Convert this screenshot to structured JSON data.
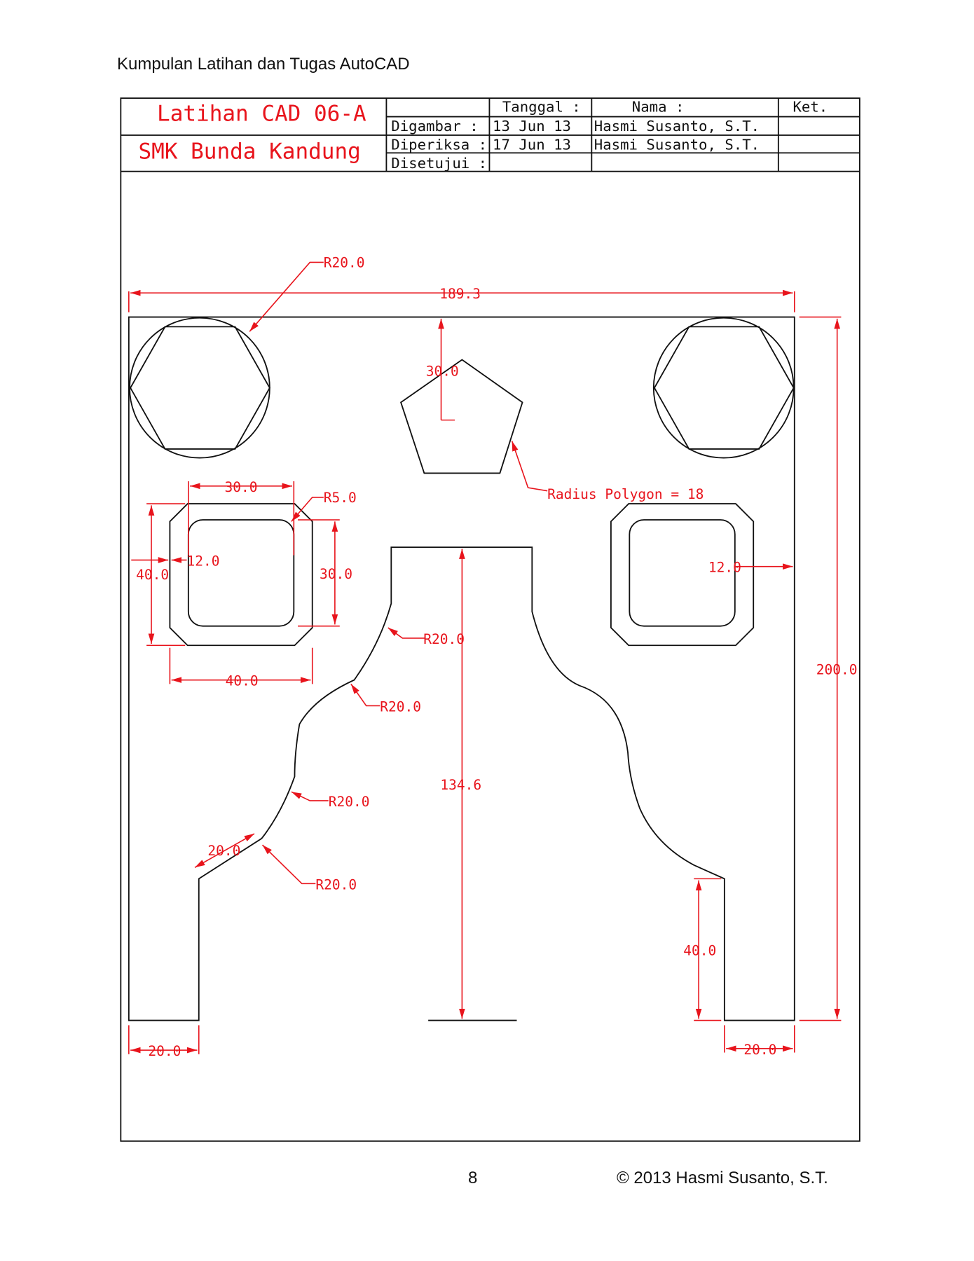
{
  "header": {
    "title": "Kumpulan Latihan dan Tugas AutoCAD"
  },
  "footer": {
    "page_number": "8",
    "copyright": "© 2013 Hasmi Susanto, S.T."
  },
  "title_block": {
    "title": "Latihan CAD 06-A",
    "school": "SMK Bunda Kandung",
    "col_tanggal": "Tanggal :",
    "col_nama": "Nama :",
    "col_ket": "Ket.",
    "rows": [
      {
        "label": "Digambar :",
        "date": "13 Jun 13",
        "name": "Hasmi Susanto, S.T."
      },
      {
        "label": "Diperiksa :",
        "date": "17 Jun 13",
        "name": "Hasmi Susanto, S.T."
      },
      {
        "label": "Disetujui :",
        "date": "",
        "name": ""
      }
    ]
  },
  "dimensions": {
    "r_hex": "R20.0",
    "width_total": "189.3",
    "pent_radius": "30.0",
    "polygon_note": "Radius Polygon = 18",
    "sq_top": "30.0",
    "sq_fillet": "R5.0",
    "sq_offset": "12.0",
    "sq_height_outer": "40.0",
    "sq_height_inner": "30.0",
    "sq_bottom": "40.0",
    "right_offset": "12.0",
    "height_total": "200.0",
    "r1": "R20.0",
    "r2": "R20.0",
    "r3": "R20.0",
    "r4": "R20.0",
    "slope": "20.0",
    "center_height": "134.6",
    "leg_height": "40.0",
    "leg_left": "20.0",
    "leg_right": "20.0"
  },
  "colors": {
    "dimension": "#e8141c",
    "outline": "#111111"
  }
}
